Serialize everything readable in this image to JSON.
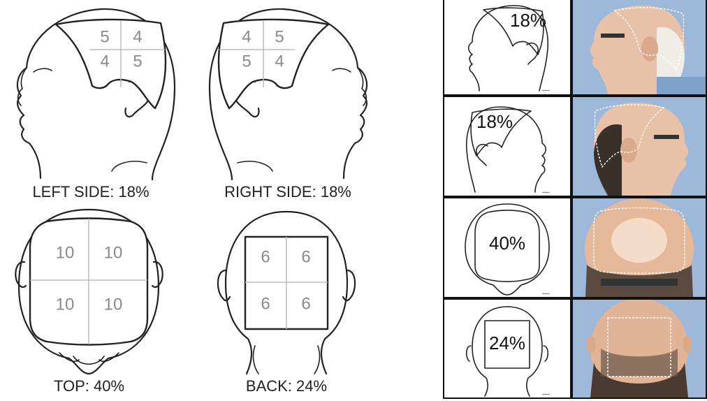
{
  "left_side": {
    "caption": "LEFT SIDE: 18%",
    "cells": [
      "5",
      "4",
      "4",
      "5"
    ]
  },
  "right_side": {
    "caption": "RIGHT SIDE: 18%",
    "cells": [
      "4",
      "5",
      "5",
      "4"
    ]
  },
  "top": {
    "caption": "TOP: 40%",
    "cells": [
      "10",
      "10",
      "10",
      "10"
    ]
  },
  "back": {
    "caption": "BACK: 24%",
    "cells": [
      "6",
      "6",
      "6",
      "6"
    ]
  },
  "photo_panel": {
    "rows": [
      {
        "label": "18%"
      },
      {
        "label": "18%"
      },
      {
        "label": "40%"
      },
      {
        "label": "24%"
      }
    ]
  }
}
